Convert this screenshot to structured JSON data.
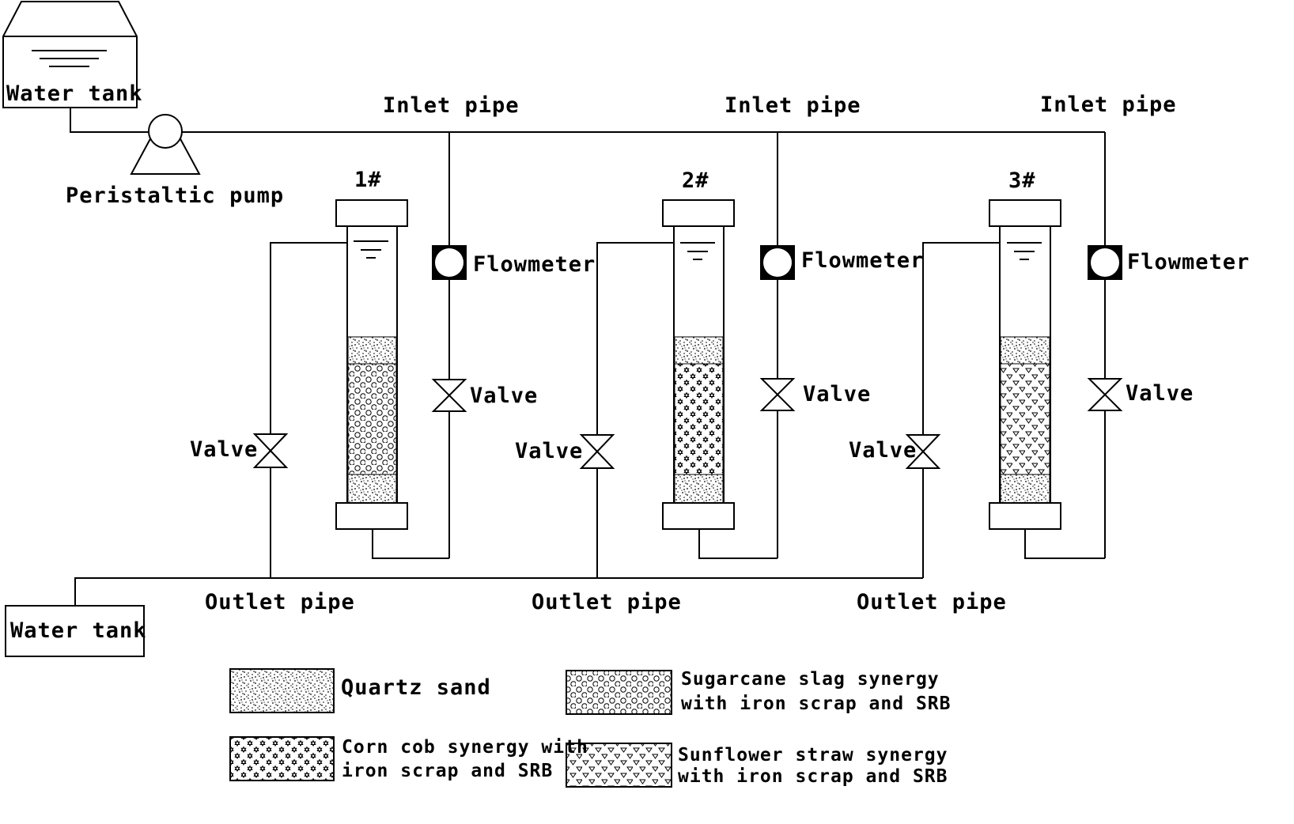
{
  "labels": {
    "water_tank_top": "Water tank",
    "water_tank_bottom": "Water tank",
    "pump": "Peristaltic pump",
    "inlet_pipe": "Inlet pipe",
    "outlet_pipe": "Outlet pipe",
    "flowmeter": "Flowmeter",
    "valve": "Valve"
  },
  "columns": [
    {
      "id": "1#",
      "fill": "Sugarcane slag synergy"
    },
    {
      "id": "2#",
      "fill": "Corn cob synergy"
    },
    {
      "id": "3#",
      "fill": "Sunflower straw synergy"
    }
  ],
  "legend": {
    "quartz": [
      "Quartz sand"
    ],
    "corn": [
      "Corn cob synergy with",
      "iron scrap and SRB"
    ],
    "sugar": [
      "Sugarcane slag synergy",
      "with iron scrap and SRB"
    ],
    "sunflower": [
      "Sunflower straw synergy",
      "with iron scrap and SRB"
    ]
  },
  "icons": {
    "pump": "peristaltic-pump-icon",
    "flowmeter": "flowmeter-icon",
    "valve": "valve-icon",
    "tank": "water-tank-icon",
    "column": "reactor-column-icon"
  }
}
